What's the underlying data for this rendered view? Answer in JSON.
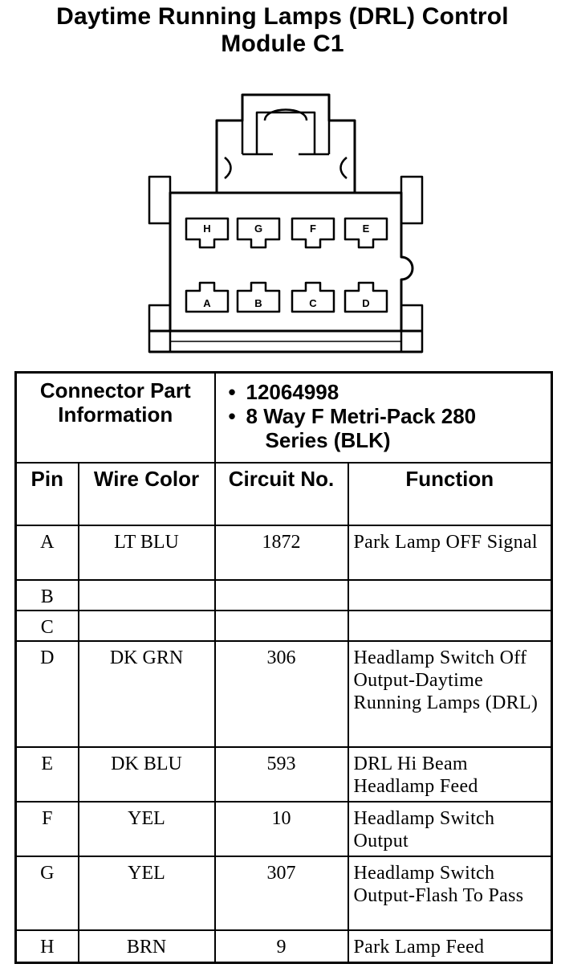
{
  "title": {
    "line1": "Daytime Running Lamps (DRL) Control",
    "line2": "Module C1"
  },
  "connector": {
    "top_row_pins": [
      "H",
      "G",
      "F",
      "E"
    ],
    "bottom_row_pins": [
      "A",
      "B",
      "C",
      "D"
    ]
  },
  "table": {
    "info_label": "Connector Part Information",
    "info_values": {
      "part_number": "12064998",
      "description_line1": "8 Way F Metri-Pack 280",
      "description_line2": "Series (BLK)"
    },
    "headers": {
      "pin": "Pin",
      "wire_color": "Wire Color",
      "circuit_no": "Circuit No.",
      "function": "Function"
    },
    "rows": [
      {
        "pin": "A",
        "wire_color": "LT BLU",
        "circuit": "1872",
        "function": "Park Lamp OFF Signal"
      },
      {
        "pin": "B",
        "wire_color": "",
        "circuit": "",
        "function": ""
      },
      {
        "pin": "C",
        "wire_color": "",
        "circuit": "",
        "function": ""
      },
      {
        "pin": "D",
        "wire_color": "DK GRN",
        "circuit": "306",
        "function": "Headlamp Switch Off Output-Daytime Running Lamps (DRL)"
      },
      {
        "pin": "E",
        "wire_color": "DK BLU",
        "circuit": "593",
        "function": "DRL Hi Beam Headlamp Feed"
      },
      {
        "pin": "F",
        "wire_color": "YEL",
        "circuit": "10",
        "function": "Headlamp Switch Output"
      },
      {
        "pin": "G",
        "wire_color": "YEL",
        "circuit": "307",
        "function": "Headlamp Switch Output-Flash To Pass"
      },
      {
        "pin": "H",
        "wire_color": "BRN",
        "circuit": "9",
        "function": "Park Lamp Feed"
      }
    ]
  }
}
